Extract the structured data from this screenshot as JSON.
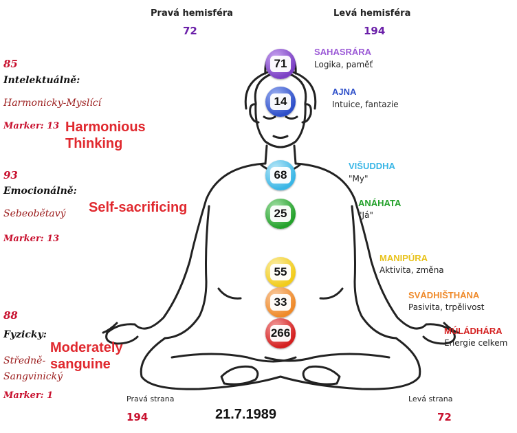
{
  "hemispheres": {
    "right_label": "Pravá hemisféra",
    "right_value": "72",
    "left_label": "Levá hemisféra",
    "left_value": "194"
  },
  "sections": [
    {
      "score": "85",
      "category": "Intelektuálně:",
      "subtitle": "Harmonicky-Myslící",
      "marker": "Marker: 13",
      "overlay": "Harmonious\nThinking"
    },
    {
      "score": "93",
      "category": "Emocionálně:",
      "subtitle": "Sebeobětavý",
      "marker": "Marker: 13",
      "overlay": "Self-sacrificing"
    },
    {
      "score": "88",
      "category": "Fyzicky:",
      "subtitle": "Středně-\nSangvinický",
      "marker": "Marker: 1",
      "overlay": "Moderately\nsanguine"
    }
  ],
  "chakras": [
    {
      "value": "71",
      "name": "SAHASRÁRA",
      "desc": "Logika, paměť",
      "color": "#7b3fc4"
    },
    {
      "value": "14",
      "name": "AJNA",
      "desc": "Intuice, fantazie",
      "color": "#2e4fc9"
    },
    {
      "value": "68",
      "name": "VIŠUDDHA",
      "desc": "\"My\"",
      "color": "#39b6e6"
    },
    {
      "value": "25",
      "name": "ANÁHATA",
      "desc": "\"Já\"",
      "color": "#24a12b"
    },
    {
      "value": "55",
      "name": "MANIPÚRA",
      "desc": "Aktivita, změna",
      "color": "#f2cc1c"
    },
    {
      "value": "33",
      "name": "SVÁDHIŠTHÁNA",
      "desc": "Pasivita, trpělivost",
      "color": "#ef8a2a"
    },
    {
      "value": "266",
      "name": "MÚLÁDHÁRA",
      "desc": "Energie celkem",
      "color": "#d42020"
    }
  ],
  "bottom": {
    "right_side_label": "Pravá strana",
    "right_side_value": "194",
    "date": "21.7.1989",
    "left_side_label": "Levá strana",
    "left_side_value": "72"
  }
}
